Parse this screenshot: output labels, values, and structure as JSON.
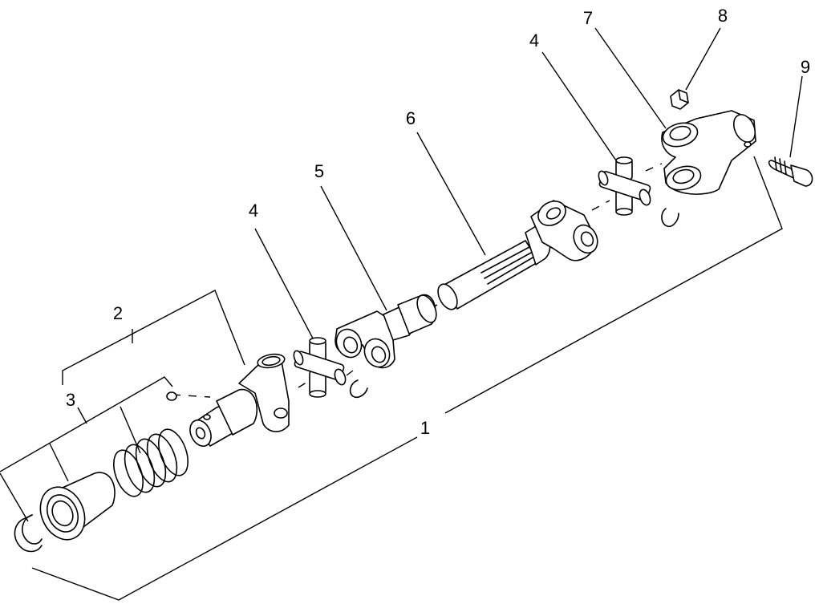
{
  "diagram": {
    "callouts": [
      "1",
      "2",
      "3",
      "4",
      "4",
      "5",
      "6",
      "7",
      "8",
      "9"
    ]
  }
}
